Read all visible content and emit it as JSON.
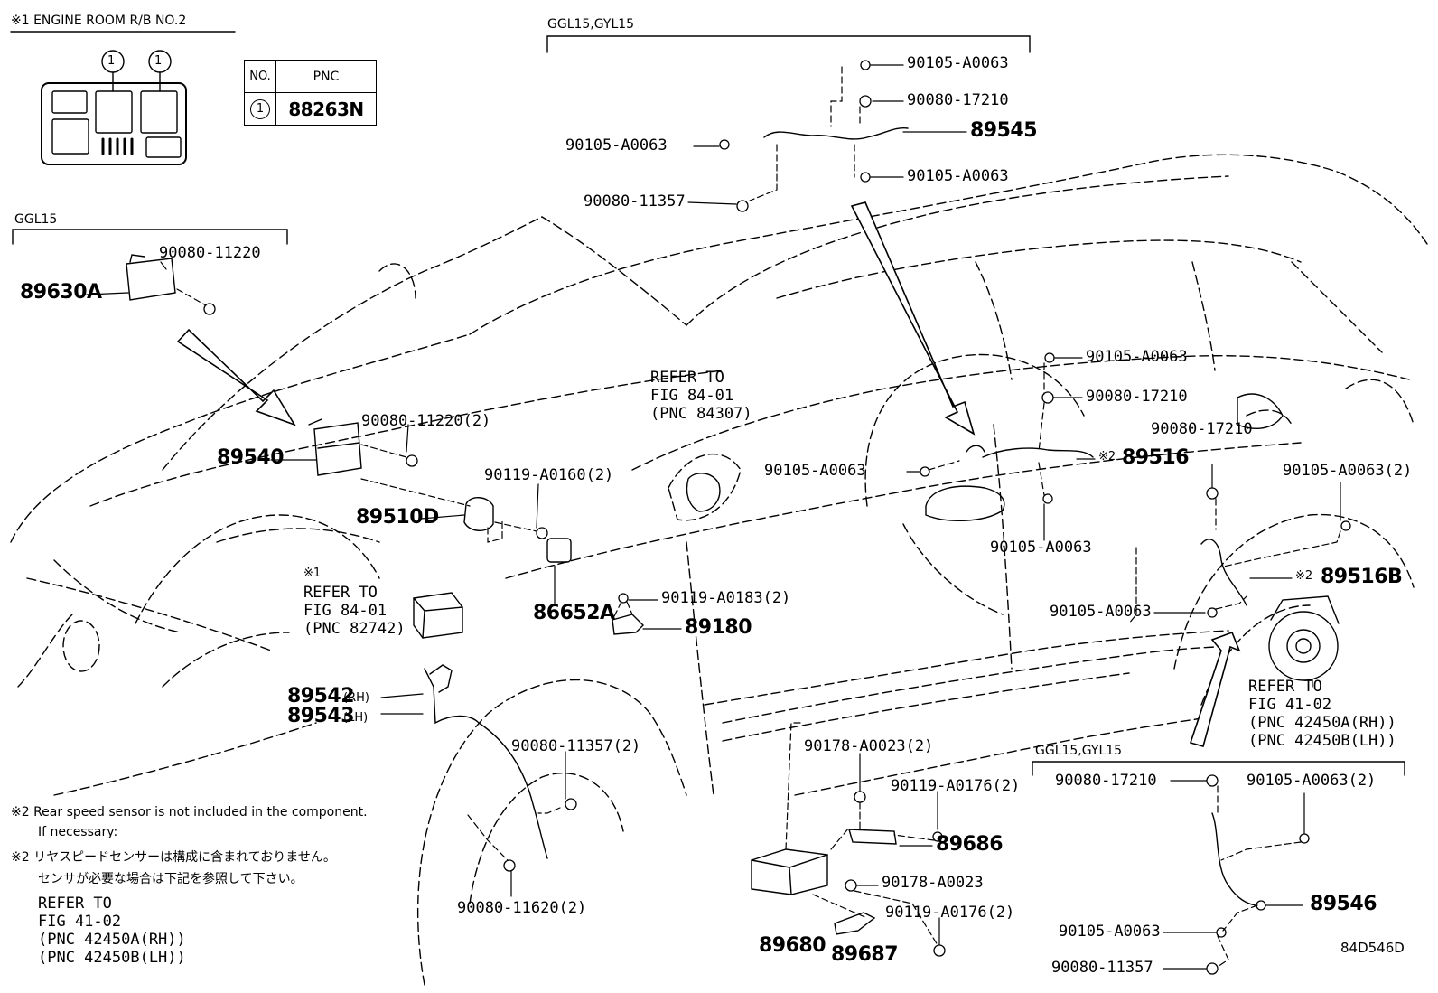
{
  "header_engine_room": "※1 ENGINE ROOM R/B NO.2",
  "relay_box_callouts": [
    "1",
    "1"
  ],
  "pnc_table": {
    "headers": [
      "NO.",
      "PNC"
    ],
    "rows": [
      {
        "no": "1",
        "pnc": "88263N"
      }
    ]
  },
  "group_labels": {
    "ggl15_top_left": "GGL15",
    "ggl15_gyl15_top": "GGL15,GYL15",
    "ggl15_gyl15_bottom_right": "GGL15,GYL15"
  },
  "part_numbers": [
    {
      "id": "p1",
      "text": "90105-A0063"
    },
    {
      "id": "p2",
      "text": "90080-17210"
    },
    {
      "id": "p3",
      "text": "89545"
    },
    {
      "id": "p4",
      "text": "90105-A0063"
    },
    {
      "id": "p5",
      "text": "90105-A0063"
    },
    {
      "id": "p6",
      "text": "90080-11357"
    },
    {
      "id": "p7",
      "text": "90080-11220"
    },
    {
      "id": "p8",
      "text": "89630A"
    },
    {
      "id": "p9",
      "text": "90080-11220(2)"
    },
    {
      "id": "p10",
      "text": "89540"
    },
    {
      "id": "p11",
      "text": "90119-A0160(2)"
    },
    {
      "id": "p12",
      "text": "89510D"
    },
    {
      "id": "p13",
      "text": "86652A"
    },
    {
      "id": "p14",
      "text": "90119-A0183(2)"
    },
    {
      "id": "p15",
      "text": "89180"
    },
    {
      "id": "p16",
      "text": "90105-A0063"
    },
    {
      "id": "p17",
      "text": "90080-17210"
    },
    {
      "id": "p18",
      "text": "90105-A0063"
    },
    {
      "id": "p19",
      "text": "89516"
    },
    {
      "id": "p20",
      "text": "90105-A0063"
    },
    {
      "id": "p21",
      "text": "90080-17210"
    },
    {
      "id": "p22",
      "text": "90105-A0063(2)"
    },
    {
      "id": "p23",
      "text": "89516B"
    },
    {
      "id": "p24",
      "text": "90105-A0063"
    },
    {
      "id": "p25",
      "text": "89542"
    },
    {
      "id": "p26",
      "text": "89543"
    },
    {
      "id": "p27",
      "text": "90080-11357(2)"
    },
    {
      "id": "p28",
      "text": "90080-11620(2)"
    },
    {
      "id": "p29",
      "text": "90178-A0023(2)"
    },
    {
      "id": "p30",
      "text": "90119-A0176(2)"
    },
    {
      "id": "p31",
      "text": "89686"
    },
    {
      "id": "p32",
      "text": "90178-A0023"
    },
    {
      "id": "p33",
      "text": "90119-A0176(2)"
    },
    {
      "id": "p34",
      "text": "89680"
    },
    {
      "id": "p35",
      "text": "89687"
    },
    {
      "id": "p36",
      "text": "90080-17210"
    },
    {
      "id": "p37",
      "text": "90105-A0063(2)"
    },
    {
      "id": "p38",
      "text": "89546"
    },
    {
      "id": "p39",
      "text": "90105-A0063"
    },
    {
      "id": "p40",
      "text": "90080-11357"
    }
  ],
  "side_markers": {
    "rh": "(RH)",
    "lh": "(LH)"
  },
  "note_marks": {
    "m1": "※2",
    "m2": "※2"
  },
  "refer_blocks": {
    "fig84_pnc84307": "REFER TO\nFIG 84-01\n(PNC 84307)",
    "fig84_pnc82742_mark": "※1",
    "fig84_pnc82742": "REFER TO\nFIG 84-01\n(PNC 82742)",
    "fig41_right": "REFER TO\nFIG 41-02\n(PNC 42450A(RH))\n(PNC 42450B(LH))"
  },
  "notes": {
    "en_line1": "※2 Rear speed sensor is not included in the component.",
    "en_line2": "If necessary:",
    "jp_line1": "※2 リヤスピードセンサーは構成に含まれておりません。",
    "jp_line2": "センサが必要な場合は下記を参照して下さい。",
    "refer": "REFER TO\nFIG 41-02\n(PNC 42450A(RH))\n(PNC 42450B(LH))"
  },
  "figure_code": "84D546D"
}
